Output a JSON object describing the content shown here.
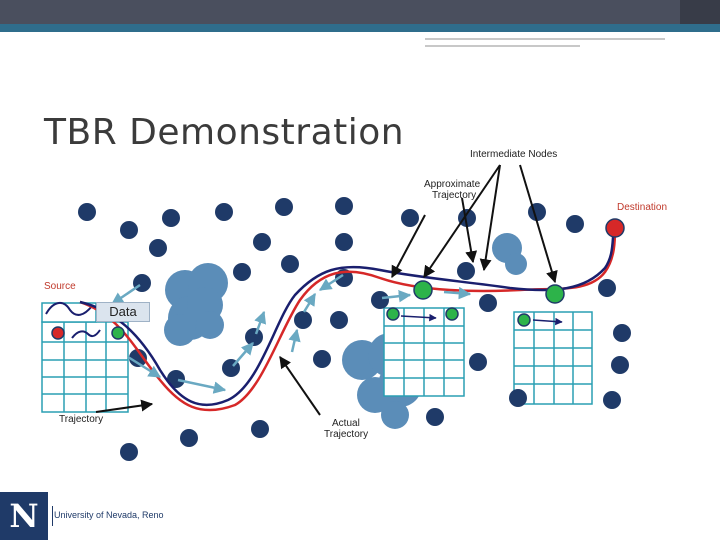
{
  "slide": {
    "title": "TBR Demonstration"
  },
  "labels": {
    "intermediate_nodes": "Intermediate Nodes",
    "approx_line1": "Approximate",
    "approx_line2": "Trajectory",
    "destination": "Destination",
    "source": "Source",
    "data": "Data",
    "trajectory": "Trajectory",
    "actual_line1": "Actual",
    "actual_line2": "Trajectory"
  },
  "logo": {
    "letter": "N",
    "text": "University of Nevada, Reno"
  },
  "colors": {
    "node": "#1f3a68",
    "cloud": "#5b8db8",
    "red": "#d62828",
    "green": "#2db34a",
    "approx": "#1a1f6e",
    "arrow": "#6aa9c2",
    "grid": "#2a9fb3"
  }
}
